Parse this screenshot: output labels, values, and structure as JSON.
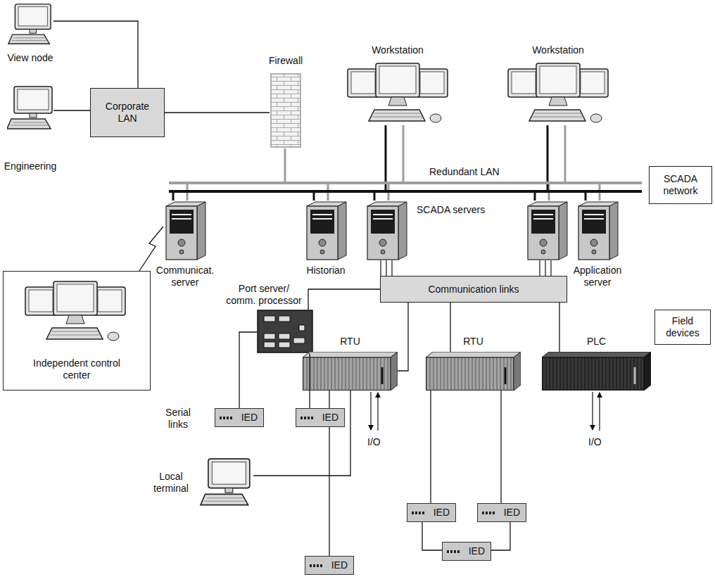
{
  "diagram": {
    "nodes": [
      {
        "text": [
          "View node"
        ]
      },
      {
        "text": [
          "Corporate LAN"
        ]
      },
      {
        "text": [
          "Engineering"
        ]
      },
      {
        "text": [
          "Firewall"
        ]
      },
      {
        "text": [
          "Workstation"
        ]
      },
      {
        "text": [
          "Workstation"
        ]
      },
      {
        "text": [
          "SCADA network"
        ]
      },
      {
        "text": [
          "Redundant LAN"
        ]
      },
      {
        "text": [
          "Communicat. server"
        ]
      },
      {
        "text": [
          "Historian"
        ]
      },
      {
        "text": [
          "Application server"
        ]
      },
      {
        "text": [
          "Independent control center"
        ]
      },
      {
        "text": [
          "Communication links"
        ]
      },
      {
        "text": [
          "Field devices"
        ]
      },
      {
        "text": [
          "Port server/ comm. processor"
        ]
      },
      {
        "text": [
          "RTU"
        ]
      },
      {
        "text": [
          "RTU"
        ]
      },
      {
        "text": [
          "PLC"
        ]
      },
      {
        "text": [
          "IED"
        ]
      },
      {
        "text": [
          "IED"
        ]
      },
      {
        "text": [
          "Local terminal"
        ]
      },
      {
        "text": [
          "IED"
        ]
      },
      {
        "text": [
          "IED"
        ]
      },
      {
        "text": [
          "IED"
        ]
      },
      {
        "text": [
          "IED"
        ]
      }
    ],
    "edges": [
      {
        "from": 0,
        "to": 1,
        "arrow": "none"
      },
      {
        "from": 2,
        "to": 1,
        "arrow": "none"
      },
      {
        "from": 1,
        "to": 3,
        "arrow": "none"
      },
      {
        "from": 3,
        "to": 7,
        "arrow": "none"
      },
      {
        "from": 4,
        "to": 7,
        "arrow": "none"
      },
      {
        "from": 5,
        "to": 7,
        "arrow": "none"
      },
      {
        "from": 8,
        "to": 7,
        "arrow": "none"
      },
      {
        "from": 9,
        "to": 7,
        "arrow": "none"
      },
      {
        "from": 10,
        "to": 7,
        "arrow": "none"
      },
      {
        "from": 8,
        "to": 11,
        "arrow": "none"
      },
      {
        "from": 12,
        "to": 14,
        "arrow": "none"
      },
      {
        "from": 12,
        "to": 15,
        "arrow": "none"
      },
      {
        "from": 12,
        "to": 16,
        "arrow": "none"
      },
      {
        "from": 12,
        "to": 17,
        "arrow": "none"
      },
      {
        "from": 14,
        "to": 18,
        "arrow": "none"
      },
      {
        "from": 14,
        "to": 19,
        "arrow": "none"
      },
      {
        "from": 15,
        "to": 20,
        "arrow": "none"
      },
      {
        "from": 15,
        "to": 21,
        "arrow": "none"
      },
      {
        "from": 16,
        "to": 22,
        "arrow": "none"
      },
      {
        "from": 16,
        "to": 23,
        "arrow": "none"
      },
      {
        "from": 22,
        "to": 24,
        "arrow": "none"
      },
      {
        "from": 23,
        "to": 24,
        "arrow": "none"
      }
    ],
    "labels": [
      "SCADA servers",
      "Serial links",
      "I/O",
      "I/O"
    ]
  }
}
